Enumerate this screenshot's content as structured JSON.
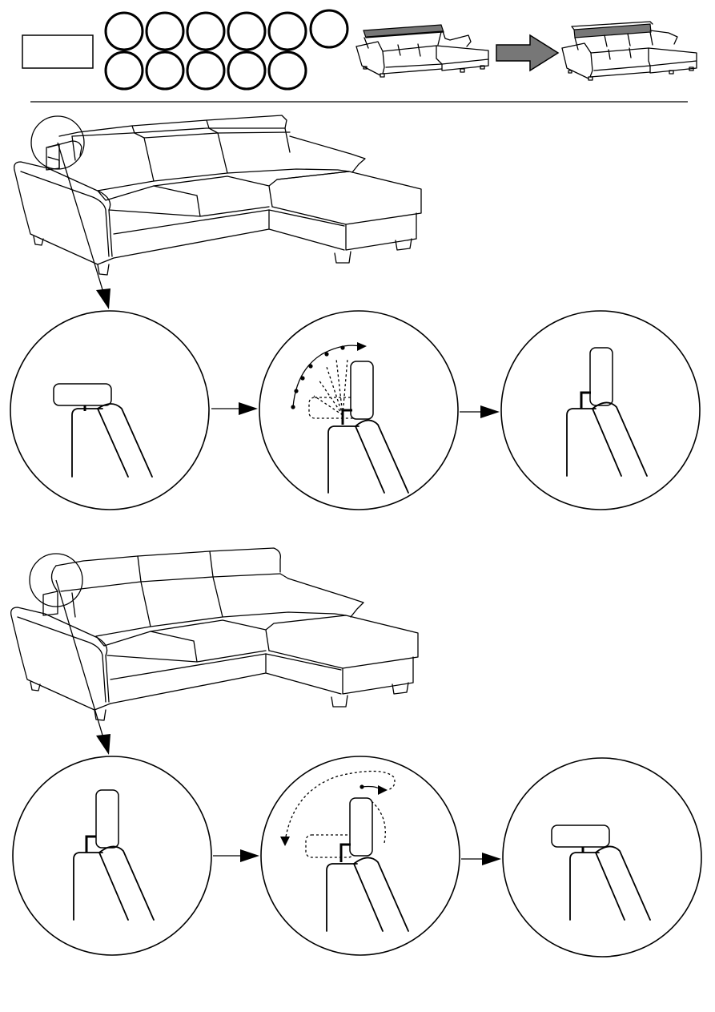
{
  "header": {
    "part_label_box": "",
    "selector_count": 11,
    "selected_index": 4
  },
  "colors": {
    "line": "#000000",
    "highlight": "#777777",
    "background": "#ffffff"
  },
  "steps": [
    {
      "section": "raise-headrest",
      "sub_steps": 3
    },
    {
      "section": "lower-headrest",
      "sub_steps": 3
    }
  ]
}
